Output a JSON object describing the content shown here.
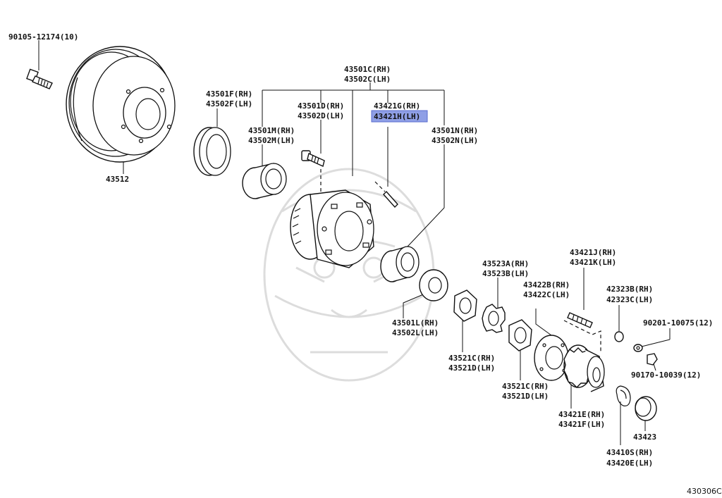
{
  "labels": {
    "p90105": "90105-12174(10)",
    "p43512": "43512",
    "p43501F": "43501F(RH)",
    "p43502F": "43502F(LH)",
    "p43501C": "43501C(RH)",
    "p43502C": "43502C(LH)",
    "p43501D": "43501D(RH)",
    "p43502D": "43502D(LH)",
    "p43421G": "43421G(RH)",
    "p43421H": "43421H(LH)",
    "p43501M": "43501M(RH)",
    "p43502M": "43502M(LH)",
    "p43501N": "43501N(RH)",
    "p43502N": "43502N(LH)",
    "p43523A": "43523A(RH)",
    "p43523B": "43523B(LH)",
    "p43421J": "43421J(RH)",
    "p43421K": "43421K(LH)",
    "p43422B": "43422B(RH)",
    "p43422C": "43422C(LH)",
    "p42323B": "42323B(RH)",
    "p42323C": "42323C(LH)",
    "p90201": "90201-10075(12)",
    "p43501L": "43501L(RH)",
    "p43502L": "43502L(LH)",
    "p43521C_a": "43521C(RH)",
    "p43521D_a": "43521D(LH)",
    "p90170": "90170-10039(12)",
    "p43521C_b": "43521C(RH)",
    "p43521D_b": "43521D(LH)",
    "p43421E": "43421E(RH)",
    "p43421F": "43421F(LH)",
    "p43423": "43423",
    "p43410S": "43410S(RH)",
    "p43420E": "43420E(LH)",
    "diagram_code": "430306C"
  },
  "highlight_color": "#8f9fe6"
}
